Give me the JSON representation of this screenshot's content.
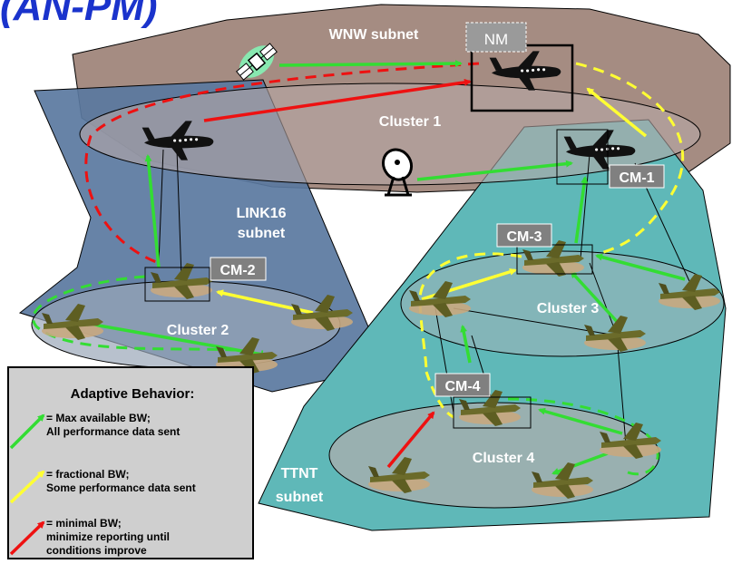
{
  "title_fragment": "(AN-PM)",
  "subnets": {
    "wnw": "WNW subnet",
    "link16_line1": "LINK16",
    "link16_line2": "subnet",
    "ttnt_line1": "TTNT",
    "ttnt_line2": "subnet"
  },
  "clusters": [
    "Cluster 1",
    "Cluster 2",
    "Cluster 3",
    "Cluster 4"
  ],
  "boxes": {
    "nm": "NM",
    "cm1": "CM-1",
    "cm2": "CM-2",
    "cm3": "CM-3",
    "cm4": "CM-4"
  },
  "legend": {
    "title": "Adaptive Behavior:",
    "green_line1": "= Max available BW;",
    "green_line2": "All performance data sent",
    "yellow_line1": "= fractional BW;",
    "yellow_line2": "Some performance data sent",
    "red_line1": "= minimal BW;",
    "red_line2": "minimize reporting until",
    "red_line3": "conditions improve"
  },
  "colors": {
    "title_blue": "#1a33cc",
    "wnw_fill": "#a58c82",
    "link16_fill": "#5a78a0",
    "ttnt_fill": "#5fb8b8",
    "cluster_fill": "#b0aaaa",
    "max_bw": "#33dd33",
    "fractional_bw": "#ffff33",
    "minimal_bw": "#ee1111",
    "cm_box": "#808080"
  },
  "icons": [
    "aircraft-icon",
    "fighter-jet-icon",
    "satellite-icon",
    "satellite-dish-icon"
  ]
}
